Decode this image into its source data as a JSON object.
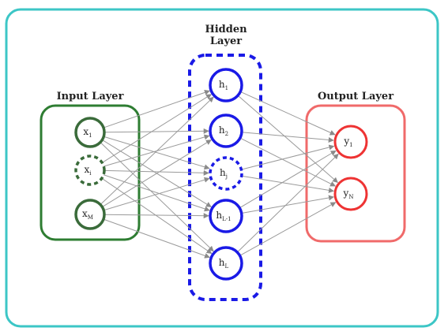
{
  "layers": {
    "input": {
      "title": "Input Layer",
      "color": "#2e7d32",
      "node_color": "#3a6b3a",
      "nodes": [
        {
          "base": "x",
          "sub": "1",
          "dashed": false
        },
        {
          "base": "x",
          "sub": "i",
          "dashed": true
        },
        {
          "base": "x",
          "sub": "M",
          "dashed": false
        }
      ]
    },
    "hidden": {
      "title_line1": "Hidden",
      "title_line2": "Layer",
      "color": "#1a1ae6",
      "nodes": [
        {
          "base": "h",
          "sub": "1",
          "dashed": false
        },
        {
          "base": "h",
          "sub": "2",
          "dashed": false
        },
        {
          "base": "h",
          "sub": "j",
          "dashed": true
        },
        {
          "base": "h",
          "sub": "L-1",
          "dashed": false
        },
        {
          "base": "h",
          "sub": "L",
          "dashed": false
        }
      ]
    },
    "output": {
      "title": "Output Layer",
      "color": "#f06a6a",
      "node_color": "#ee3333",
      "nodes": [
        {
          "base": "y",
          "sub": "1",
          "dashed": false
        },
        {
          "base": "y",
          "sub": "N",
          "dashed": false
        }
      ]
    }
  },
  "frame_color": "#3cc6c6",
  "edge_color": "#9a9a9a"
}
